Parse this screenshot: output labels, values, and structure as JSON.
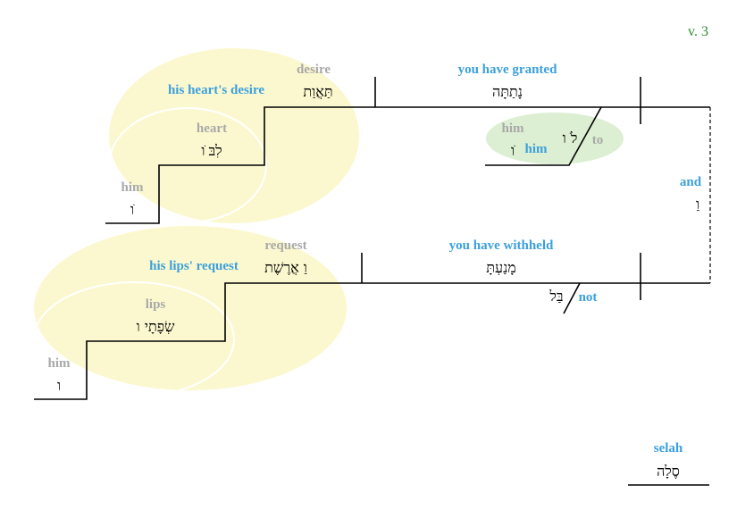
{
  "verse": "v. 3",
  "clause1": {
    "verb_gloss": "you have granted",
    "verb_hebrew": "נָתַתָּה",
    "object_gloss": "desire",
    "object_hebrew": "תַּאֲוַת",
    "bubble_label": "his heart's desire",
    "heart_gloss": "heart",
    "heart_hebrew": "לִבּ ֹו",
    "him_gloss": "him",
    "him_hebrew": "ֹו",
    "indirect": {
      "him_gloss": "him",
      "him_label": "him",
      "prep_gloss": "to",
      "prep_hebrew": "לֹ ו",
      "object_hebrew": "ֹו"
    }
  },
  "conjunction": {
    "gloss": "and",
    "hebrew": "וַ"
  },
  "clause2": {
    "verb_gloss": "you have withheld",
    "verb_hebrew": "מָנַעְתָּ",
    "object_gloss": "request",
    "object_hebrew": "וַ אֲרֶשֶׁת",
    "bubble_label": "his lips' request",
    "lips_gloss": "lips",
    "lips_hebrew": "שְׂפָתָי ו",
    "him_gloss": "him",
    "him_hebrew": "ו",
    "negation_gloss": "not",
    "negation_hebrew": "בַּל"
  },
  "selah": {
    "gloss": "selah",
    "hebrew": "סֶלָה"
  },
  "colors": {
    "gray": "#a9a9a9",
    "blue": "#3ba0dc",
    "green": "#2e8b2e",
    "bubble_yellow": "#fbf8cf",
    "bubble_green": "#dcefd2"
  }
}
